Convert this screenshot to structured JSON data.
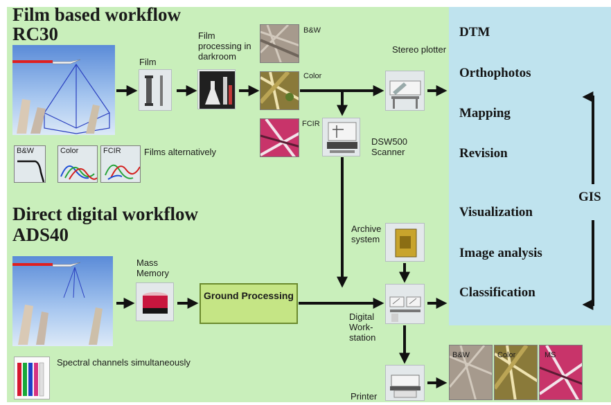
{
  "film_workflow": {
    "title": "Film based workflow",
    "camera": "RC30",
    "film_label": "Film",
    "processing_label": "Film processing in darkroom",
    "types": [
      "B&W",
      "Color",
      "FCIR"
    ],
    "films_note": "Films alternatively",
    "stereo_label": "Stereo plotter",
    "scanner_label": "DSW500 Scanner"
  },
  "digital_workflow": {
    "title": "Direct digital workflow",
    "camera": "ADS40",
    "memory_label": "Mass Memory",
    "ground_processing": "Ground Processing",
    "channels_note": "Spectral channels simultaneously",
    "archive_label": "Archive system",
    "workstation_label": "Digital Work- station",
    "printer_label": "Printer",
    "output_types": [
      "B&W",
      "Color",
      "MS"
    ]
  },
  "products": [
    "DTM",
    "Orthophotos",
    "Mapping",
    "Revision",
    "Visualization",
    "Image analysis",
    "Classification"
  ],
  "gis_label": "GIS",
  "colors": {
    "green_panel": "#c9efbb",
    "blue_panel": "#bfe3ee",
    "ground_box": "#c5e585",
    "arrow": "#111111"
  }
}
